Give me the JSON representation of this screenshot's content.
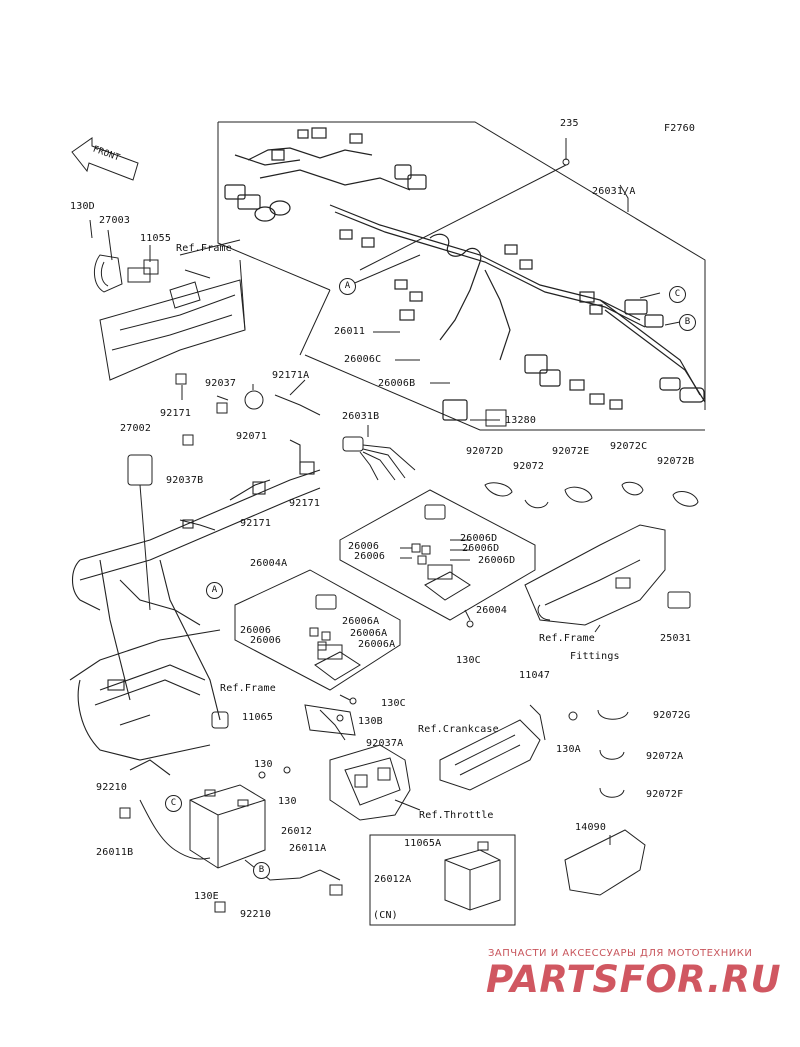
{
  "figure_code": "F2760",
  "front_label": "FRONT",
  "parts": {
    "p235": "235",
    "p26031A": "26031/A",
    "p130D": "130D",
    "p27003": "27003",
    "p11055": "11055",
    "p26011": "26011",
    "p26006C": "26006C",
    "p26006B": "26006B",
    "p13280": "13280",
    "p92037": "92037",
    "p92171A": "92171A",
    "p92171_1": "92171",
    "p92071": "92071",
    "p26031B": "26031B",
    "p27002": "27002",
    "p92037B": "92037B",
    "p92171_2": "92171",
    "p92171_3": "92171",
    "p92072D": "92072D",
    "p92072": "92072",
    "p92072E": "92072E",
    "p92072C": "92072C",
    "p92072B": "92072B",
    "p26006_1": "26006",
    "p26006_2": "26006",
    "p26006D_1": "26006D",
    "p26006D_2": "26006D",
    "p26004": "26004",
    "p26004A": "26004A",
    "p26006_3": "26006",
    "p26006_4": "26006",
    "p26006A_1": "26006A",
    "p26006A_2": "26006A",
    "p26006A_3": "26006A",
    "p130C_1": "130C",
    "p130C_2": "130C",
    "p25031": "25031",
    "p11047": "11047",
    "p11065": "11065",
    "p130B": "130B",
    "p92037A": "92037A",
    "p130_1": "130",
    "p130_2": "130",
    "p92210_1": "92210",
    "p26011B": "26011B",
    "p26012": "26012",
    "p26011A": "26011A",
    "p130E": "130E",
    "p92210_2": "92210",
    "p130A": "130A",
    "p92072G": "92072G",
    "p92072A": "92072A",
    "p92072F": "92072F",
    "p14090": "14090",
    "p11065A": "11065A",
    "p26012A": "26012A"
  },
  "references": {
    "frame1": "Ref.Frame",
    "frame_fittings_1": "Ref.Frame",
    "frame_fittings_2": "Fittings",
    "frame2": "Ref.Frame",
    "crankcase": "Ref.Crankcase",
    "throttle": "Ref.Throttle"
  },
  "markers": {
    "A1": "A",
    "A2": "A",
    "B1": "B",
    "B2": "B",
    "C1": "C",
    "C2": "C"
  },
  "cn_label": "(CN)",
  "watermark": {
    "caption": "ЗАПЧАСТИ И АКСЕССУАРЫ ДЛЯ МОТОТЕХНИКИ",
    "logo": "PARTSFOR.RU"
  },
  "colors": {
    "line": "#222222",
    "watermark": "#cc4550"
  }
}
